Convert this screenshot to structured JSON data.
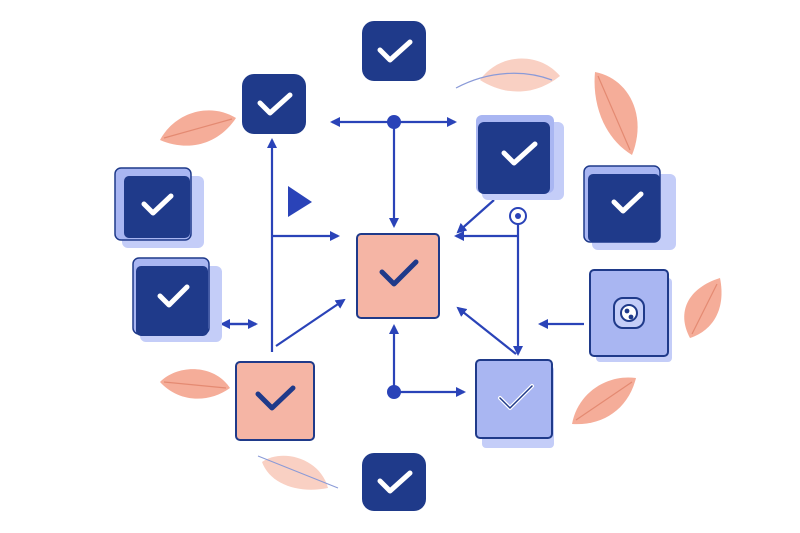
{
  "colors": {
    "navy": "#1f3a8a",
    "navy_dark": "#17306f",
    "lavender": "#a9b6f2",
    "lavender_light": "#c4cdf8",
    "salmon": "#f5b5a5",
    "salmon_light": "#f8d2c6",
    "arrow": "#2a43b8",
    "leaf_salmon": "#f4a28c",
    "leaf_peach": "#f9cdbf",
    "white": "#ffffff"
  },
  "nodes": [
    {
      "id": "top-check",
      "style": "navy",
      "icon": "checkmark-icon"
    },
    {
      "id": "upper-left-check",
      "style": "navy",
      "icon": "checkmark-icon"
    },
    {
      "id": "upper-right-check",
      "style": "navy",
      "icon": "checkmark-icon"
    },
    {
      "id": "far-left-upper-check",
      "style": "navy-stack",
      "icon": "checkmark-icon"
    },
    {
      "id": "far-left-lower-check",
      "style": "navy-stack",
      "icon": "checkmark-icon"
    },
    {
      "id": "far-right-upper-check",
      "style": "navy-stack",
      "icon": "checkmark-icon"
    },
    {
      "id": "center-check",
      "style": "salmon",
      "icon": "checkmark-icon"
    },
    {
      "id": "lower-left-check",
      "style": "salmon",
      "icon": "checkmark-icon"
    },
    {
      "id": "lower-right-check",
      "style": "lavender",
      "icon": "checkmark-icon"
    },
    {
      "id": "right-lock",
      "style": "lavender",
      "icon": "lock-icon"
    },
    {
      "id": "bottom-check",
      "style": "navy",
      "icon": "checkmark-icon"
    }
  ],
  "decorations": [
    "leaf",
    "leaf",
    "leaf",
    "leaf",
    "leaf",
    "leaf",
    "leaf",
    "leaf"
  ]
}
